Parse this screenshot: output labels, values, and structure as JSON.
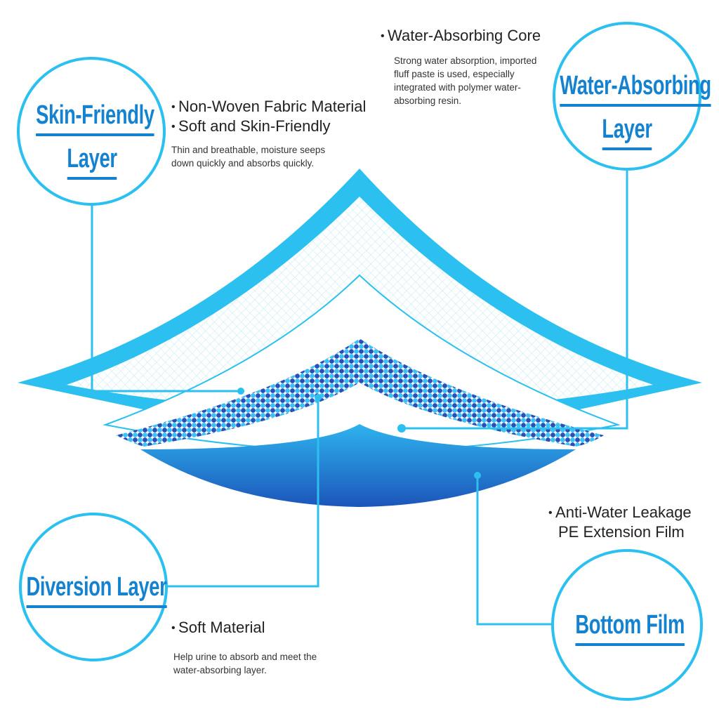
{
  "diagram": {
    "colors": {
      "accent_cyan": "#2bc0ef",
      "title_blue": "#1582d0",
      "dot_dark": "#2a4fb8",
      "dot_light": "#39c2f2",
      "film_top": "#2aa3e6",
      "film_bottom": "#1d5fbf",
      "text": "#222222"
    },
    "layers": [
      {
        "id": "skin-friendly",
        "circle_title_line1": "Skin-Friendly",
        "circle_title_line2": "Layer",
        "bullets": [
          "Non-Woven Fabric Material",
          "Soft and Skin-Friendly"
        ],
        "description_line1": "Thin and breathable, moisture seeps",
        "description_line2": "down quickly and absorbs quickly."
      },
      {
        "id": "water-absorbing",
        "circle_title_line1": "Water-Absorbing",
        "circle_title_line2": "Layer",
        "bullets": [
          "Water-Absorbing Core"
        ],
        "description_line1": "Strong water absorption, imported",
        "description_line2": "fluff paste is used, especially",
        "description_line3": "integrated with polymer water-",
        "description_line4": "absorbing resin."
      },
      {
        "id": "diversion",
        "circle_title_line1": "Diversion Layer",
        "bullets": [
          "Soft Material"
        ],
        "description_line1": "Help urine to absorb and meet the",
        "description_line2": "water-absorbing layer."
      },
      {
        "id": "bottom-film",
        "circle_title_line1": "Bottom Film",
        "bullets": [
          "Anti-Water Leakage"
        ],
        "bullet_continuation": "PE Extension Film"
      }
    ]
  }
}
